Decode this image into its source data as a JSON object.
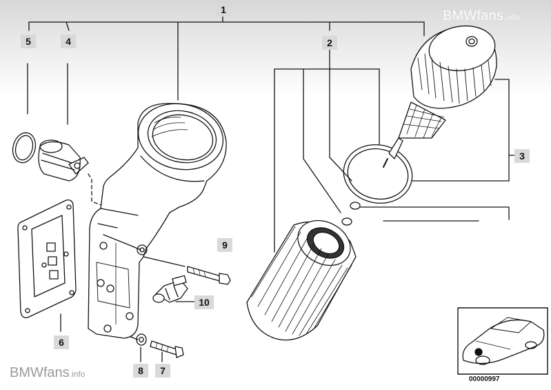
{
  "watermark_top": {
    "brand": "BMWfans",
    "suffix": ".info"
  },
  "watermark_bottom": {
    "brand": "BMWfans",
    "suffix": ".info"
  },
  "callouts": {
    "c1": "1",
    "c2": "2",
    "c3": "3",
    "c4": "4",
    "c5": "5",
    "c6": "6",
    "c7": "7",
    "c8": "8",
    "c9": "9",
    "c10": "10"
  },
  "reference_code": "00000997",
  "colors": {
    "ink": "#111111",
    "callout_bg": "#d9d9d9",
    "header_gray": "#d7d7d7",
    "watermark": "#9a9a9a"
  }
}
